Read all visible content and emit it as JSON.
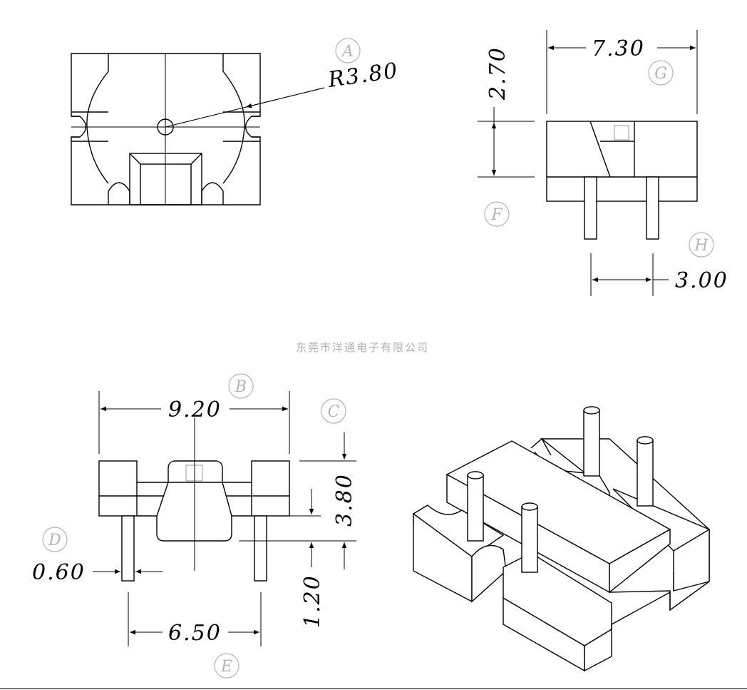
{
  "dimensions": {
    "radius": "R3.80",
    "top_width": "7.30",
    "height": "2.70",
    "pin_pitch": "3.00",
    "overall_width": "9.20",
    "body_height": "3.80",
    "pin_length": "1.20",
    "pin_width": "0.60",
    "pin_span": "6.50"
  },
  "view_tags": {
    "a": "A",
    "b": "B",
    "c": "C",
    "d": "D",
    "e": "E",
    "f": "F",
    "g": "G",
    "h": "H"
  },
  "watermark": "东莞市洋通电子有限公司"
}
